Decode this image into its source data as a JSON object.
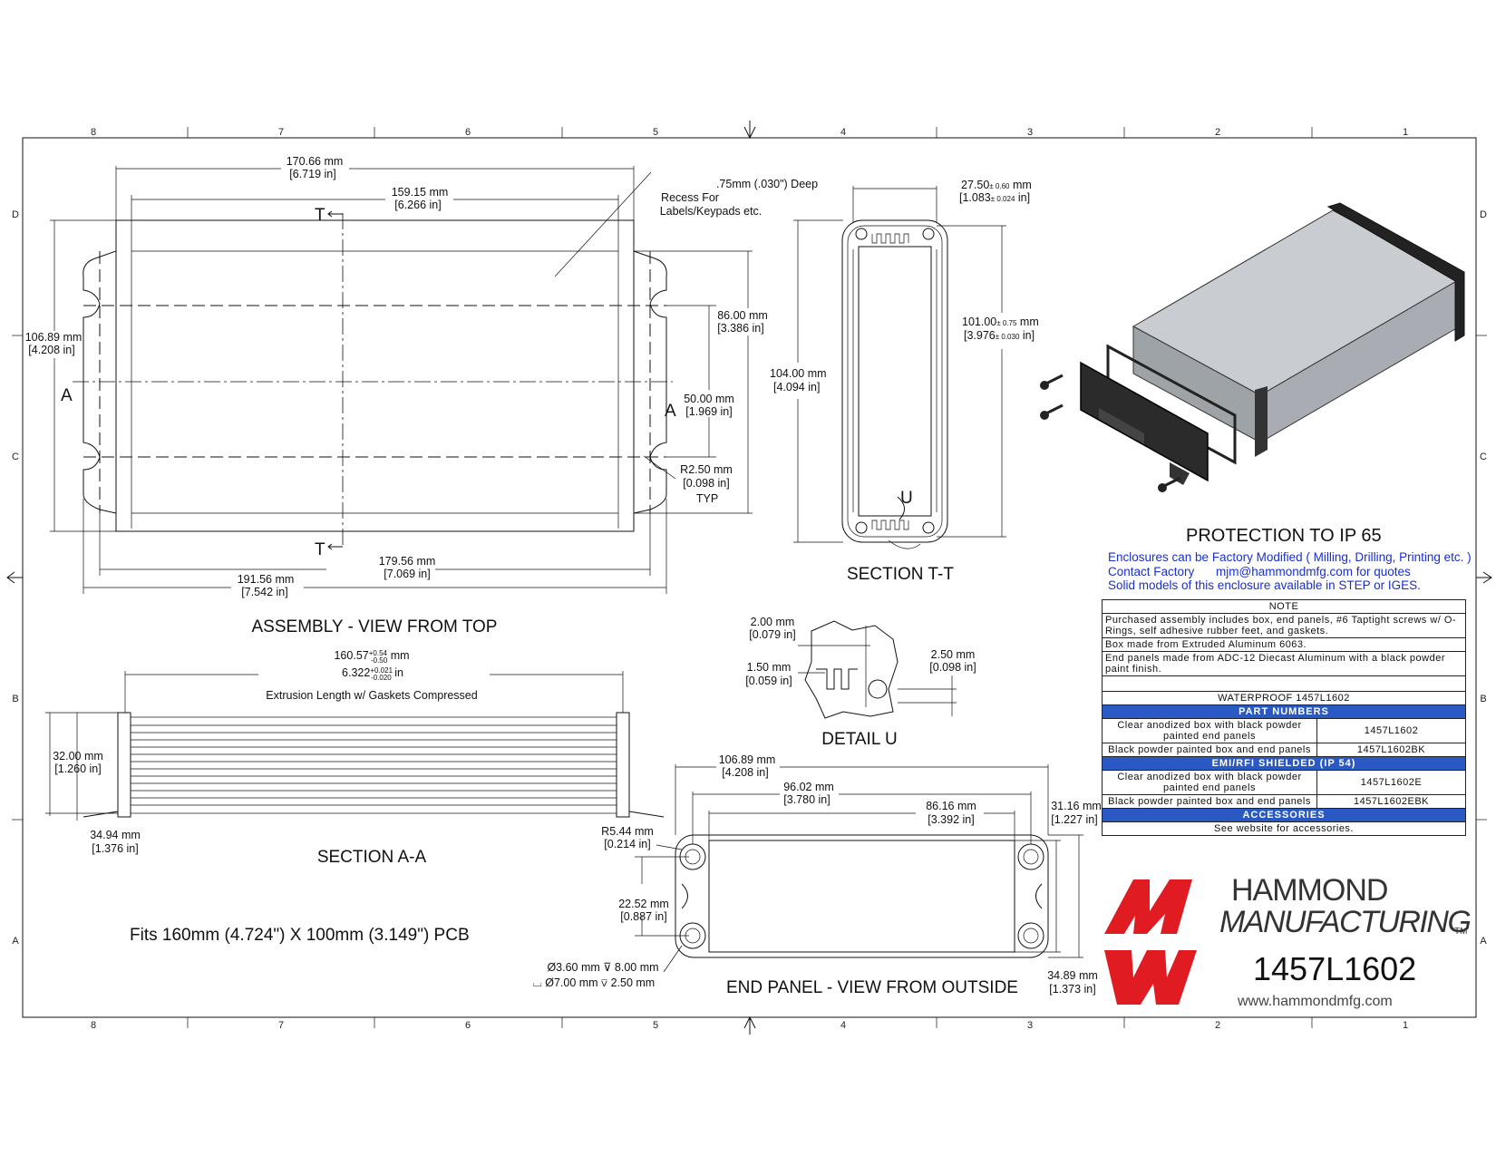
{
  "zones": {
    "cols": [
      "8",
      "7",
      "6",
      "5",
      "4",
      "3",
      "2",
      "1"
    ],
    "rows": [
      "D",
      "C",
      "B",
      "A"
    ]
  },
  "top_view": {
    "dim_overall": "170.66 mm",
    "dim_overall_in": "[6.719 in]",
    "dim_inner": "159.15 mm",
    "dim_inner_in": "[6.266 in]",
    "recess_note_1": ".75mm (.030\") Deep",
    "recess_note_2": "Recess For",
    "recess_note_3": "Labels/Keypads etc.",
    "dim_height": "106.89 mm",
    "dim_height_in": "[4.208 in]",
    "dim_86": "86.00 mm",
    "dim_86_in": "[3.386 in]",
    "dim_50": "50.00 mm",
    "dim_50_in": "[1.969 in]",
    "dim_r": "R2.50 mm",
    "dim_r_in": "[0.098 in]",
    "dim_r_typ": "TYP",
    "dim_179": "179.56 mm",
    "dim_179_in": "[7.069 in]",
    "dim_191": "191.56 mm",
    "dim_191_in": "[7.542 in]",
    "marker_t": "T",
    "marker_a": "A",
    "title": "ASSEMBLY - VIEW FROM TOP"
  },
  "section_tt": {
    "dim_w": "27.50",
    "dim_w_tol": "± 0.60",
    "dim_w_unit": "mm",
    "dim_w_in": "[1.083",
    "dim_w_in_tol": "± 0.024",
    "dim_w_in_unit": "in]",
    "dim_104": "104.00 mm",
    "dim_104_in": "[4.094 in]",
    "dim_101": "101.00",
    "dim_101_tol": "± 0.75",
    "dim_101_unit": "mm",
    "dim_101_in": "[3.976",
    "dim_101_in_tol": "± 0.030",
    "dim_101_in_unit": "in]",
    "marker_u": "U",
    "title": "SECTION  T-T"
  },
  "detail_u": {
    "dim_2": "2.00 mm",
    "dim_2_in": "[0.079 in]",
    "dim_15": "1.50 mm",
    "dim_15_in": "[0.059 in]",
    "dim_25": "2.50 mm",
    "dim_25_in": "[0.098 in]",
    "title": "DETAIL  U"
  },
  "section_aa": {
    "dim_len": "160.57",
    "dim_len_tol_up": "+0.54",
    "dim_len_tol_dn": "-0.50",
    "dim_len_unit": "mm",
    "dim_len_in": "6.322",
    "dim_len_in_tol_up": "+0.021",
    "dim_len_in_tol_dn": "-0.020",
    "dim_len_in_unit": "in",
    "extrusion_note": "Extrusion Length w/ Gaskets Compressed",
    "dim_32": "32.00 mm",
    "dim_32_in": "[1.260 in]",
    "dim_34": "34.94 mm",
    "dim_34_in": "[1.376 in]",
    "title": "SECTION A-A"
  },
  "pcb_note": "Fits 160mm (4.724\") X 100mm (3.149\") PCB",
  "end_panel": {
    "dim_106": "106.89 mm",
    "dim_106_in": "[4.208 in]",
    "dim_96": "96.02 mm",
    "dim_96_in": "[3.780 in]",
    "dim_86": "86.16 mm",
    "dim_86_in": "[3.392 in]",
    "dim_31": "31.16 mm",
    "dim_31_in": "[1.227 in]",
    "dim_r544": "R5.44 mm",
    "dim_r544_in": "[0.214 in]",
    "dim_22": "22.52 mm",
    "dim_22_in": "[0.887 in]",
    "hole_1": "Ø3.60 mm ⊽ 8.00 mm",
    "hole_2": "⌴ Ø7.00 mm ⊽ 2.50 mm",
    "dim_34": "34.89 mm",
    "dim_34_in": "[1.373 in]",
    "title": "END PANEL - VIEW FROM OUTSIDE"
  },
  "protection": {
    "title": "PROTECTION TO IP 65",
    "line1": "Enclosures can be Factory Modified ( Milling, Drilling, Printing etc. )",
    "line2a": "Contact Factory",
    "line2b": "mjm@hammondmfg.com for quotes",
    "line3": "Solid models of this enclosure available in STEP or IGES."
  },
  "note_table": {
    "note_header": "NOTE",
    "note_1": "Purchased assembly includes box, end panels, #6 Taptight screws w/ O-Rings, self adhesive rubber feet, and gaskets.",
    "note_2": "Box made from Extruded Aluminum 6063.",
    "note_3": "End panels made from ADC-12 Diecast Aluminum with a black powder paint finish.",
    "waterproof": "WATERPROOF 1457L1602",
    "part_numbers_header": "PART NUMBERS",
    "parts": [
      {
        "desc": "Clear anodized box with black powder painted end panels",
        "pn": "1457L1602"
      },
      {
        "desc": "Black powder painted box and end panels",
        "pn": "1457L1602BK"
      }
    ],
    "emi_header": "EMI/RFI SHIELDED (IP 54)",
    "emi_parts": [
      {
        "desc": "Clear anodized box with black powder painted end panels",
        "pn": "1457L1602E"
      },
      {
        "desc": "Black powder painted box and end panels",
        "pn": "1457L1602EBK"
      }
    ],
    "accessories_header": "ACCESSORIES",
    "accessories_note": "See website for accessories."
  },
  "brand": {
    "line1": "HAMMOND",
    "line2": "MANUFACTURING",
    "tm": "TM",
    "part": "1457L1602",
    "url": "www.hammondmfg.com",
    "red": "#e11b22"
  }
}
